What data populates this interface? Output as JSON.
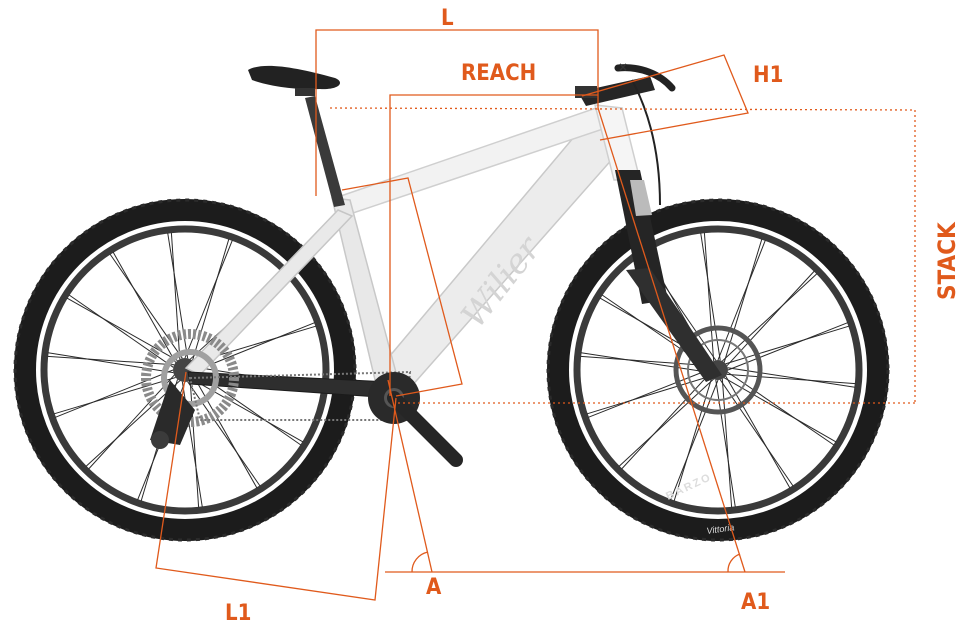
{
  "diagram": {
    "accent_color": "#e05a1c",
    "labels": {
      "l": "L",
      "reach": "REACH",
      "h1": "H1",
      "stack": "STACK",
      "l1": "L1",
      "a": "A",
      "a1": "A1"
    },
    "decals": {
      "brand_logo": "Wilier",
      "tire_brand": "BARZO",
      "tire_maker": "Vittoria"
    }
  }
}
